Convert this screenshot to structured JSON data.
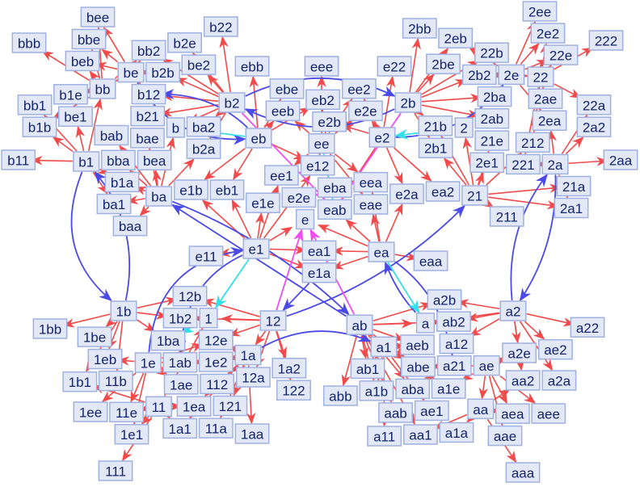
{
  "colors": {
    "red": "#f24a4a",
    "blue": "#4a4ae8",
    "cyan": "#33dfe8",
    "magenta": "#f04cf0",
    "node_fill": "#e3e8f6",
    "node_border": "#9fb1e0",
    "text": "#12246e"
  },
  "nodes": [
    "bee",
    "bbb",
    "bbe",
    "beb",
    "bb2",
    "b2e",
    "be2",
    "b2b",
    "b22",
    "ebb",
    "bb",
    "be",
    "b1e",
    "be1",
    "bb1",
    "b1b",
    "b12",
    "b21",
    "b",
    "ba2",
    "b2a",
    "bab",
    "bae",
    "bba",
    "bea",
    "b1",
    "b11",
    "b1a",
    "ba1",
    "baa",
    "ba",
    "b2",
    "eb",
    "ebe",
    "eeb",
    "eb2",
    "e2b",
    "eee",
    "ee",
    "ee2",
    "e2e",
    "e22",
    "2bb",
    "e2",
    "2b",
    "e1b",
    "eb1",
    "ee1",
    "e1e",
    "e12",
    "e2e2",
    "eba",
    "eab",
    "e",
    "eea",
    "eae",
    "e2a",
    "ea2",
    "e1",
    "e11",
    "ea1",
    "e1a",
    "ea",
    "eaa",
    "2ee",
    "2e2",
    "22e",
    "222",
    "2eb",
    "2be",
    "22b",
    "2b2",
    "2e",
    "22",
    "2ae",
    "2ea",
    "22a",
    "2a2",
    "2ba",
    "2ab",
    "2",
    "21b",
    "2b1",
    "21e",
    "2e1",
    "212",
    "221",
    "2a",
    "2aa",
    "21",
    "21a",
    "2a1",
    "211",
    "1b",
    "1bb",
    "12b",
    "1b2",
    "1",
    "1ba",
    "1ab",
    "1e",
    "12e",
    "1e2",
    "1a",
    "12",
    "1a2",
    "12a",
    "122",
    "112",
    "121",
    "1be",
    "1eb",
    "1b1",
    "11b",
    "1ae",
    "1ea",
    "11",
    "1ee",
    "11e",
    "1e1",
    "1a1",
    "11a",
    "1aa",
    "111",
    "a2",
    "a22",
    "a2b",
    "ab2",
    "a",
    "a12",
    "a21",
    "ae",
    "ab",
    "a1",
    "aeb",
    "abe",
    "ab1",
    "a1b",
    "abb",
    "aba",
    "aab",
    "a1e",
    "ae1",
    "aa",
    "a1a",
    "aa1",
    "a11",
    "a2e",
    "ae2",
    "aa2",
    "a2a",
    "aea",
    "aee",
    "aae",
    "aaa"
  ],
  "display_labels": {
    "e2e2": "e2e"
  },
  "red_edges": {
    "b1": [
      "b11",
      "bb1",
      "b1b",
      "be1",
      "b1a",
      "ba1",
      "bb"
    ],
    "bb": [
      "bbb",
      "beb",
      "bbe",
      "bee",
      "bb2",
      "b1e",
      "b1b"
    ],
    "be": [
      "bee",
      "bbe",
      "beb",
      "bb",
      "bb2",
      "b2b",
      "b12"
    ],
    "b2": [
      "b22",
      "b2e",
      "be2",
      "b2b",
      "b12",
      "b21",
      "b",
      "ba2",
      "b2a",
      "bb2"
    ],
    "ba": [
      "b1a",
      "ba1",
      "baa",
      "bab",
      "bba",
      "bea",
      "bae",
      "b",
      "b2a"
    ],
    "eb": [
      "ebb",
      "eeb",
      "ebe",
      "e1b",
      "eb1",
      "e12",
      "eb2"
    ],
    "ee": [
      "eee",
      "eeb",
      "eb2",
      "e2b",
      "ee2",
      "e2e",
      "e12",
      "eab",
      "eea",
      "eae",
      "ee1"
    ],
    "e2": [
      "e22",
      "e2e",
      "ee2",
      "e2b",
      "e2a",
      "ea2",
      "eab"
    ],
    "2b": [
      "2bb",
      "2eb",
      "2be",
      "22b",
      "2b2",
      "2ba",
      "2b1",
      "21b",
      "2ab"
    ],
    "2e": [
      "2ee",
      "2e2",
      "22e",
      "2eb",
      "2b2",
      "22",
      "2ea"
    ],
    "22": [
      "222",
      "22e",
      "2e2",
      "2ae",
      "22a",
      "2b2",
      "212",
      "221"
    ],
    "2a": [
      "2aa",
      "2ea",
      "22a",
      "2a2",
      "221",
      "2a1"
    ],
    "21": [
      "211",
      "21a",
      "2a1",
      "21b",
      "2b1",
      "21e",
      "2e1",
      "212",
      "2"
    ],
    "e1": [
      "e11",
      "ea1",
      "e1a",
      "e1b",
      "eb1",
      "ee1",
      "e1e",
      "e12",
      "e"
    ],
    "ea": [
      "eaa",
      "ea1",
      "e1a",
      "e",
      "eab",
      "eae",
      "eea",
      "e2a"
    ],
    "1b": [
      "1bb",
      "1be",
      "1eb",
      "1b1",
      "11b",
      "12b",
      "1b2",
      "1ba"
    ],
    "12": [
      "12b",
      "1b2",
      "1",
      "12e",
      "1a",
      "1a2",
      "12a",
      "122"
    ],
    "1e": [
      "1eb",
      "1ee",
      "11e",
      "1e1",
      "12e",
      "1e2",
      "1ae"
    ],
    "1a": [
      "1aa",
      "12e",
      "1e2",
      "1ea",
      "121",
      "112",
      "1a1",
      "11a"
    ],
    "11": [
      "1e1",
      "11e",
      "111",
      "1a1",
      "1",
      "1ea",
      "1b1"
    ],
    "ab": [
      "a2b",
      "ab2",
      "a",
      "aeb",
      "abe",
      "a1",
      "ab1",
      "abb",
      "a1b",
      "aba",
      "aab",
      "aa1"
    ],
    "a1": [
      "a11",
      "a1b",
      "ab1",
      "aeb",
      "abe",
      "a1e",
      "ae1"
    ],
    "a2": [
      "a22",
      "a2b",
      "ab2",
      "a",
      "a12",
      "ae2",
      "a2e",
      "aa2",
      "a2a"
    ],
    "ae": [
      "a2e",
      "abe",
      "a1e",
      "aea",
      "aee",
      "aae",
      "aa"
    ],
    "aa": [
      "a1a",
      "aa1",
      "aaa",
      "aea",
      "aa2"
    ]
  },
  "special_edges": [
    {
      "from": "be",
      "to": "eb",
      "type": "blue"
    },
    {
      "from": "b2",
      "to": "2b",
      "type": "blue"
    },
    {
      "from": "2b",
      "to": "b2",
      "type": "blue"
    },
    {
      "from": "e2",
      "to": "2e",
      "type": "blue"
    },
    {
      "from": "b1",
      "to": "1b",
      "type": "blue"
    },
    {
      "from": "1b",
      "to": "b1",
      "type": "blue"
    },
    {
      "from": "ab",
      "to": "ba",
      "type": "blue"
    },
    {
      "from": "2a",
      "to": "a2",
      "type": "blue"
    },
    {
      "from": "a2",
      "to": "2a",
      "type": "blue"
    },
    {
      "from": "ea",
      "to": "a21",
      "type": "blue"
    },
    {
      "from": "a",
      "to": "ea",
      "type": "blue"
    },
    {
      "from": "e1",
      "to": "1ab",
      "type": "blue"
    },
    {
      "from": "1e",
      "to": "e1",
      "type": "blue"
    },
    {
      "from": "12",
      "to": "21",
      "type": "blue"
    },
    {
      "from": "e1a",
      "to": "12",
      "type": "blue"
    },
    {
      "from": "ba",
      "to": "ab",
      "type": "blue"
    },
    {
      "from": "1a",
      "to": "a1",
      "type": "blue"
    },
    {
      "from": "eb",
      "to": "b12",
      "type": "blue"
    },
    {
      "from": "2",
      "to": "e2",
      "type": "cyan"
    },
    {
      "from": "eb",
      "to": "b",
      "type": "cyan"
    },
    {
      "from": "e1",
      "to": "1",
      "type": "cyan"
    },
    {
      "from": "ea",
      "to": "a",
      "type": "cyan"
    },
    {
      "from": "1",
      "to": "1ba",
      "type": "cyan"
    },
    {
      "from": "ee",
      "to": "eab",
      "type": "cyan"
    },
    {
      "from": "b2",
      "to": "eab",
      "type": "magenta"
    },
    {
      "from": "2b",
      "to": "eab",
      "type": "magenta"
    },
    {
      "from": "12",
      "to": "e",
      "type": "magenta"
    },
    {
      "from": "ab",
      "to": "e",
      "type": "magenta"
    }
  ]
}
